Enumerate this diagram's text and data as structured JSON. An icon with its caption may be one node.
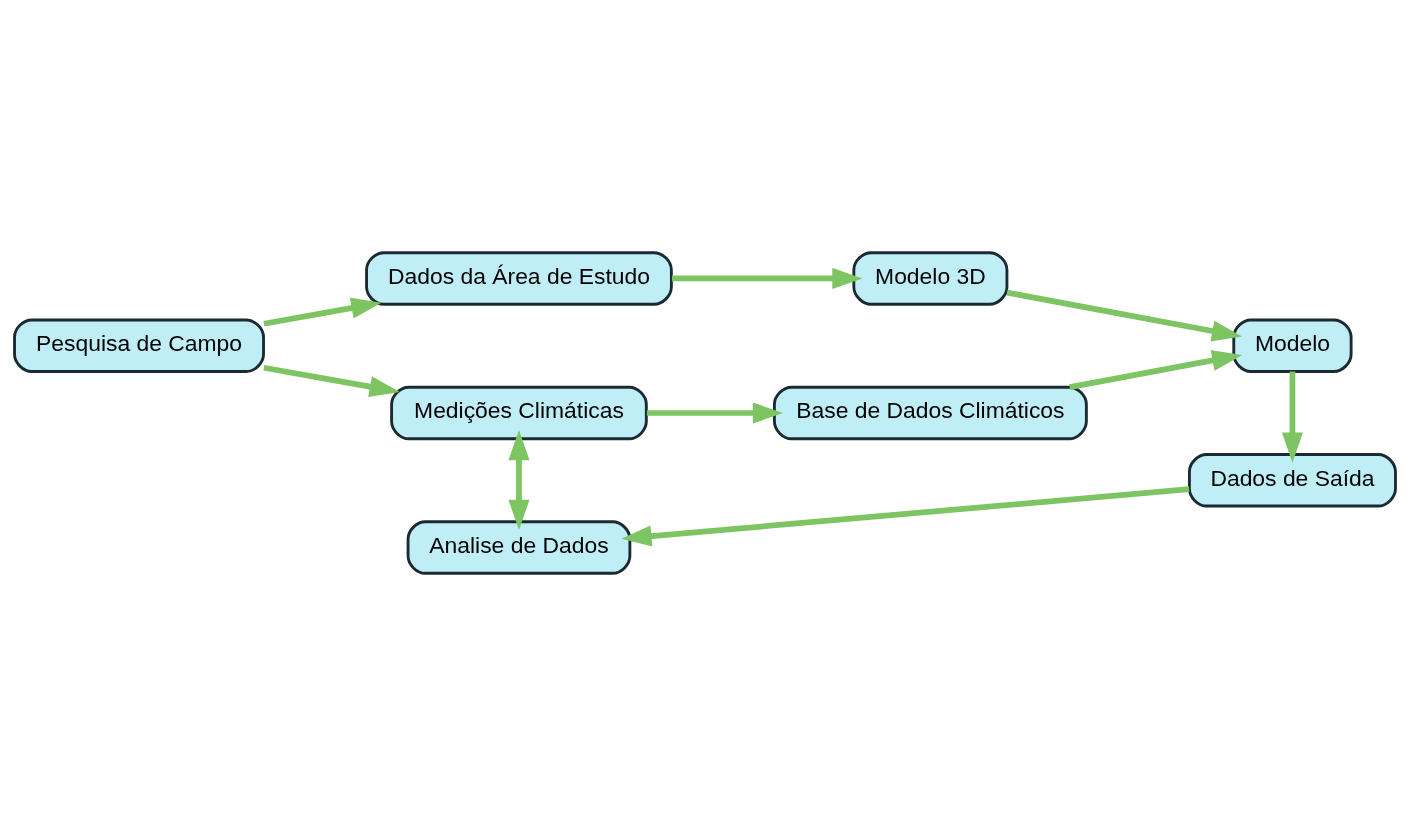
{
  "diagram": {
    "nodes": [
      {
        "text": [
          "Pesquisa de Campo"
        ]
      },
      {
        "text": [
          "Dados da Área de Estudo"
        ]
      },
      {
        "text": [
          "Modelo 3D"
        ]
      },
      {
        "text": [
          "Medições Climáticas"
        ]
      },
      {
        "text": [
          "Base de Dados Climáticos"
        ]
      },
      {
        "text": [
          "Modelo"
        ]
      },
      {
        "text": [
          "Analise de Dados"
        ]
      },
      {
        "text": [
          "Dados de Saída"
        ]
      }
    ],
    "edges": [
      {
        "from": 0,
        "to": 1,
        "arrow": "to"
      },
      {
        "from": 1,
        "to": 2,
        "arrow": "to"
      },
      {
        "from": 2,
        "to": 5,
        "arrow": "to"
      },
      {
        "from": 0,
        "to": 3,
        "arrow": "to"
      },
      {
        "from": 3,
        "to": 4,
        "arrow": "to"
      },
      {
        "from": 4,
        "to": 5,
        "arrow": "to"
      },
      {
        "from": 5,
        "to": 7,
        "arrow": "to"
      },
      {
        "from": 7,
        "to": 6,
        "arrow": "to"
      },
      {
        "from": 3,
        "to": 6,
        "arrow": "both"
      }
    ]
  }
}
